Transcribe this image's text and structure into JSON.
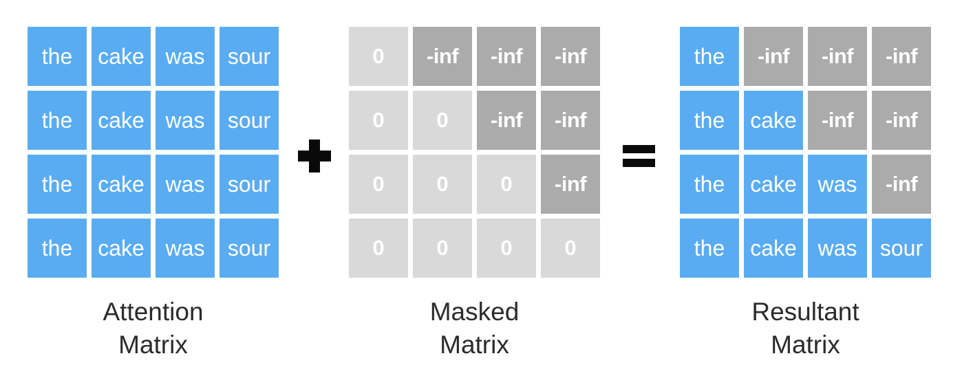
{
  "colors": {
    "word_cell": "#5aacf2",
    "zero_cell": "#d9d9d9",
    "neginf_cell": "#ababab",
    "cell_text": "#ffffff",
    "caption_text": "#2b2b2b",
    "operator": "#0a0a0a",
    "background": "#ffffff"
  },
  "operators": {
    "plus_symbol": "+",
    "equals_symbol": "="
  },
  "matrices": [
    {
      "name": "attention-matrix",
      "label_line1": "Attention",
      "label_line2": "Matrix",
      "rows": [
        [
          {
            "text": "the",
            "type": "word"
          },
          {
            "text": "cake",
            "type": "word"
          },
          {
            "text": "was",
            "type": "word"
          },
          {
            "text": "sour",
            "type": "word"
          }
        ],
        [
          {
            "text": "the",
            "type": "word"
          },
          {
            "text": "cake",
            "type": "word"
          },
          {
            "text": "was",
            "type": "word"
          },
          {
            "text": "sour",
            "type": "word"
          }
        ],
        [
          {
            "text": "the",
            "type": "word"
          },
          {
            "text": "cake",
            "type": "word"
          },
          {
            "text": "was",
            "type": "word"
          },
          {
            "text": "sour",
            "type": "word"
          }
        ],
        [
          {
            "text": "the",
            "type": "word"
          },
          {
            "text": "cake",
            "type": "word"
          },
          {
            "text": "was",
            "type": "word"
          },
          {
            "text": "sour",
            "type": "word"
          }
        ]
      ]
    },
    {
      "name": "masked-matrix",
      "label_line1": "Masked",
      "label_line2": "Matrix",
      "rows": [
        [
          {
            "text": "0",
            "type": "zero"
          },
          {
            "text": "-inf",
            "type": "neginf"
          },
          {
            "text": "-inf",
            "type": "neginf"
          },
          {
            "text": "-inf",
            "type": "neginf"
          }
        ],
        [
          {
            "text": "0",
            "type": "zero"
          },
          {
            "text": "0",
            "type": "zero"
          },
          {
            "text": "-inf",
            "type": "neginf"
          },
          {
            "text": "-inf",
            "type": "neginf"
          }
        ],
        [
          {
            "text": "0",
            "type": "zero"
          },
          {
            "text": "0",
            "type": "zero"
          },
          {
            "text": "0",
            "type": "zero"
          },
          {
            "text": "-inf",
            "type": "neginf"
          }
        ],
        [
          {
            "text": "0",
            "type": "zero"
          },
          {
            "text": "0",
            "type": "zero"
          },
          {
            "text": "0",
            "type": "zero"
          },
          {
            "text": "0",
            "type": "zero"
          }
        ]
      ]
    },
    {
      "name": "resultant-matrix",
      "label_line1": "Resultant",
      "label_line2": "Matrix",
      "rows": [
        [
          {
            "text": "the",
            "type": "word"
          },
          {
            "text": "-inf",
            "type": "neginf"
          },
          {
            "text": "-inf",
            "type": "neginf"
          },
          {
            "text": "-inf",
            "type": "neginf"
          }
        ],
        [
          {
            "text": "the",
            "type": "word"
          },
          {
            "text": "cake",
            "type": "word"
          },
          {
            "text": "-inf",
            "type": "neginf"
          },
          {
            "text": "-inf",
            "type": "neginf"
          }
        ],
        [
          {
            "text": "the",
            "type": "word"
          },
          {
            "text": "cake",
            "type": "word"
          },
          {
            "text": "was",
            "type": "word"
          },
          {
            "text": "-inf",
            "type": "neginf"
          }
        ],
        [
          {
            "text": "the",
            "type": "word"
          },
          {
            "text": "cake",
            "type": "word"
          },
          {
            "text": "was",
            "type": "word"
          },
          {
            "text": "sour",
            "type": "word"
          }
        ]
      ]
    }
  ]
}
